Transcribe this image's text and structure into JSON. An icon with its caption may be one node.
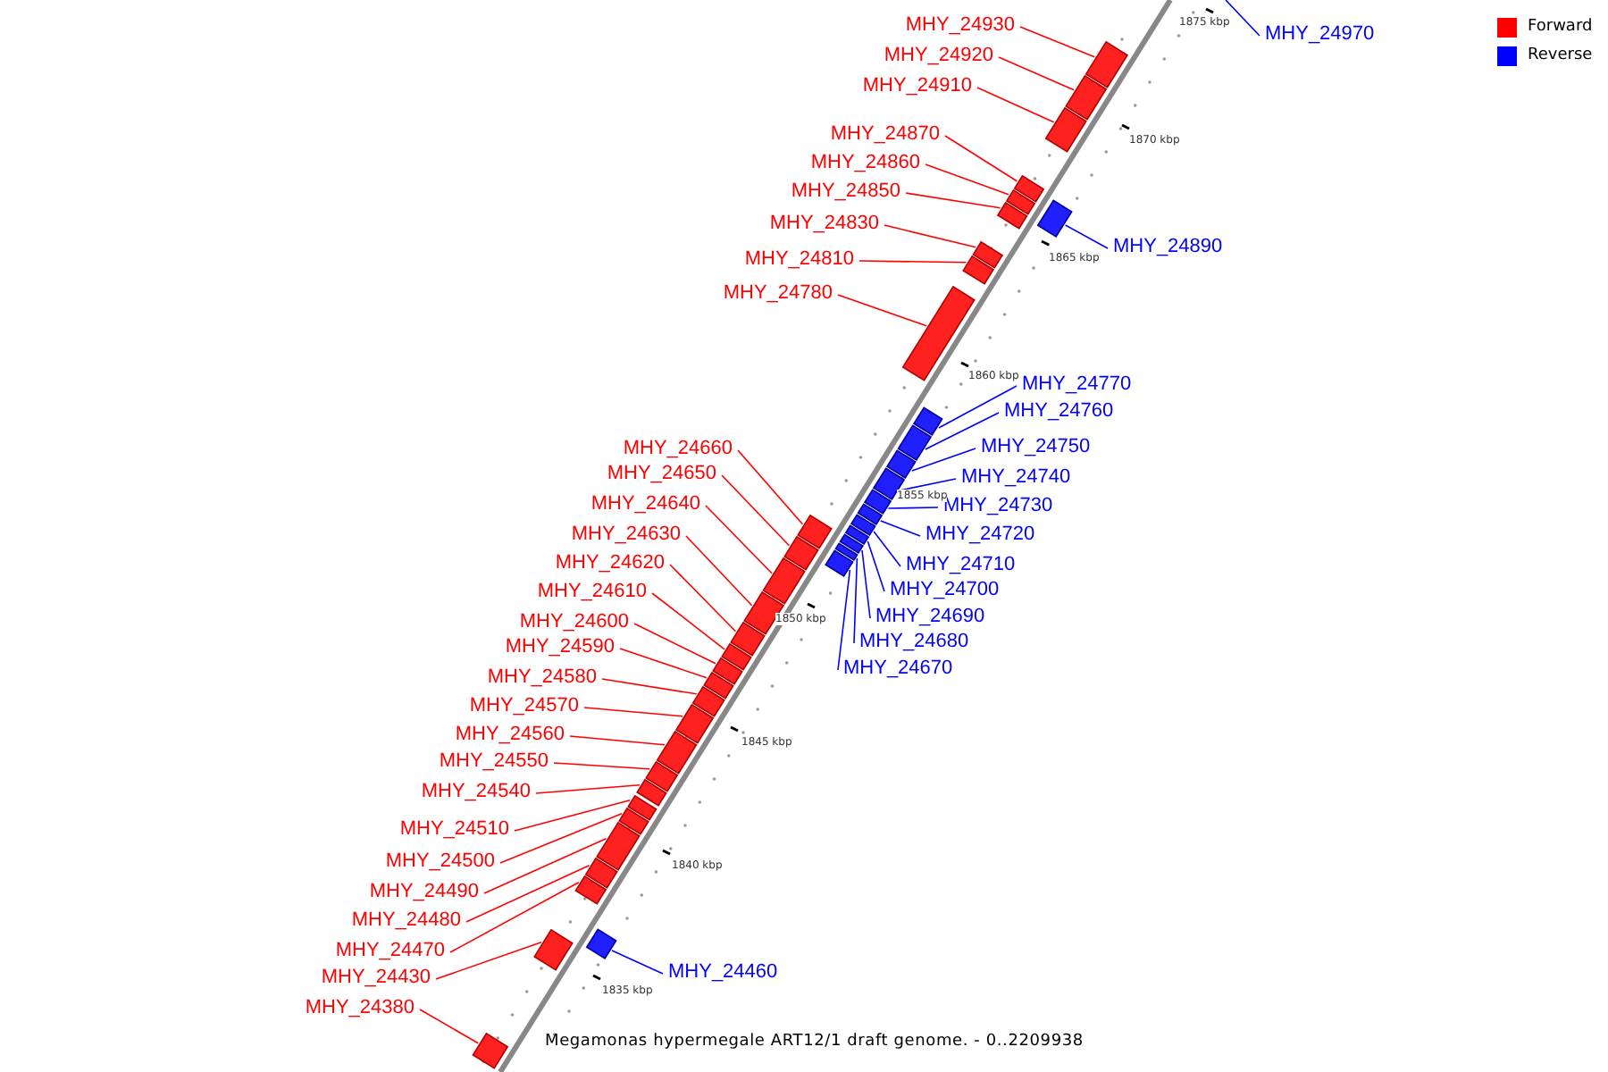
{
  "diagram": {
    "caption": "Megamonas hypermegale ART12/1 draft genome. - 0..2209938",
    "nodes": [
      {
        "text": [
          "MHY_24970"
        ]
      },
      {
        "text": [
          "MHY_24930"
        ]
      },
      {
        "text": [
          "MHY_24920"
        ]
      },
      {
        "text": [
          "MHY_24910"
        ]
      },
      {
        "text": [
          "MHY_24870"
        ]
      },
      {
        "text": [
          "MHY_24860"
        ]
      },
      {
        "text": [
          "MHY_24850"
        ]
      },
      {
        "text": [
          "MHY_24830"
        ]
      },
      {
        "text": [
          "MHY_24810"
        ]
      },
      {
        "text": [
          "MHY_24780"
        ]
      },
      {
        "text": [
          "MHY_24890"
        ]
      },
      {
        "text": [
          "MHY_24770"
        ]
      },
      {
        "text": [
          "MHY_24760"
        ]
      },
      {
        "text": [
          "MHY_24750"
        ]
      },
      {
        "text": [
          "MHY_24740"
        ]
      },
      {
        "text": [
          "MHY_24730"
        ]
      },
      {
        "text": [
          "MHY_24720"
        ]
      },
      {
        "text": [
          "MHY_24710"
        ]
      },
      {
        "text": [
          "MHY_24700"
        ]
      },
      {
        "text": [
          "MHY_24690"
        ]
      },
      {
        "text": [
          "MHY_24680"
        ]
      },
      {
        "text": [
          "MHY_24670"
        ]
      },
      {
        "text": [
          "MHY_24660"
        ]
      },
      {
        "text": [
          "MHY_24650"
        ]
      },
      {
        "text": [
          "MHY_24640"
        ]
      },
      {
        "text": [
          "MHY_24630"
        ]
      },
      {
        "text": [
          "MHY_24620"
        ]
      },
      {
        "text": [
          "MHY_24610"
        ]
      },
      {
        "text": [
          "MHY_24600"
        ]
      },
      {
        "text": [
          "MHY_24590"
        ]
      },
      {
        "text": [
          "MHY_24580"
        ]
      },
      {
        "text": [
          "MHY_24570"
        ]
      },
      {
        "text": [
          "MHY_24560"
        ]
      },
      {
        "text": [
          "MHY_24550"
        ]
      },
      {
        "text": [
          "MHY_24540"
        ]
      },
      {
        "text": [
          "MHY_24510"
        ]
      },
      {
        "text": [
          "MHY_24500"
        ]
      },
      {
        "text": [
          "MHY_24490"
        ]
      },
      {
        "text": [
          "MHY_24480"
        ]
      },
      {
        "text": [
          "MHY_24470"
        ]
      },
      {
        "text": [
          "MHY_24430"
        ]
      },
      {
        "text": [
          "MHY_24460"
        ]
      },
      {
        "text": [
          "MHY_24380"
        ]
      },
      {
        "text": [],
        "shape": "box"
      },
      {
        "text": [],
        "shape": "box"
      },
      {
        "text": [],
        "shape": "box"
      },
      {
        "text": [],
        "shape": "box"
      },
      {
        "text": [],
        "shape": "box"
      },
      {
        "text": [],
        "shape": "box"
      },
      {
        "text": [],
        "shape": "box"
      },
      {
        "text": [],
        "shape": "box"
      },
      {
        "text": [],
        "shape": "box"
      },
      {
        "text": [],
        "shape": "box"
      },
      {
        "text": [],
        "shape": "box"
      },
      {
        "text": [],
        "shape": "box"
      },
      {
        "text": [],
        "shape": "box"
      },
      {
        "text": [],
        "shape": "box"
      },
      {
        "text": [],
        "shape": "box"
      },
      {
        "text": [],
        "shape": "box"
      },
      {
        "text": [],
        "shape": "box"
      },
      {
        "text": [],
        "shape": "box"
      },
      {
        "text": [],
        "shape": "box"
      },
      {
        "text": [],
        "shape": "box"
      },
      {
        "text": [],
        "shape": "box"
      },
      {
        "text": [],
        "shape": "box"
      },
      {
        "text": [],
        "shape": "box"
      },
      {
        "text": [],
        "shape": "box"
      },
      {
        "text": [],
        "shape": "box"
      },
      {
        "text": [],
        "shape": "box"
      },
      {
        "text": [],
        "shape": "box"
      },
      {
        "text": [],
        "shape": "box"
      },
      {
        "text": [],
        "shape": "box"
      },
      {
        "text": [],
        "shape": "box"
      },
      {
        "text": [],
        "shape": "box"
      },
      {
        "text": [],
        "shape": "box"
      },
      {
        "text": [],
        "shape": "box"
      },
      {
        "text": [],
        "shape": "box"
      },
      {
        "text": [],
        "shape": "box"
      },
      {
        "text": [],
        "shape": "box"
      },
      {
        "text": [],
        "shape": "box"
      },
      {
        "text": [],
        "shape": "box"
      },
      {
        "text": [],
        "shape": "box"
      },
      {
        "text": [],
        "shape": "box"
      },
      {
        "text": [],
        "shape": "box"
      },
      {
        "text": [],
        "shape": "box"
      }
    ],
    "edges": [
      {
        "from": 0,
        "to": null,
        "arrow": "none",
        "color": "#0000ff"
      },
      {
        "from": 1,
        "to": 43,
        "arrow": "none"
      },
      {
        "from": 2,
        "to": 44,
        "arrow": "none"
      },
      {
        "from": 3,
        "to": 45,
        "arrow": "none"
      },
      {
        "from": 4,
        "to": 46,
        "arrow": "none"
      },
      {
        "from": 5,
        "to": 47,
        "arrow": "none"
      },
      {
        "from": 6,
        "to": 48,
        "arrow": "none"
      },
      {
        "from": 7,
        "to": 49,
        "arrow": "none"
      },
      {
        "from": 8,
        "to": 50,
        "arrow": "none"
      },
      {
        "from": 9,
        "to": 51,
        "arrow": "none"
      },
      {
        "from": 10,
        "to": 52,
        "arrow": "none",
        "color": "#0000ff"
      },
      {
        "from": 11,
        "to": 53,
        "arrow": "none",
        "color": "#0000ff"
      },
      {
        "from": 12,
        "to": 54,
        "arrow": "none",
        "color": "#0000ff"
      },
      {
        "from": 13,
        "to": 55,
        "arrow": "none",
        "color": "#0000ff"
      },
      {
        "from": 14,
        "to": 56,
        "arrow": "none",
        "color": "#0000ff"
      },
      {
        "from": 15,
        "to": 57,
        "arrow": "none",
        "color": "#0000ff"
      },
      {
        "from": 16,
        "to": 58,
        "arrow": "none",
        "color": "#0000ff"
      },
      {
        "from": 17,
        "to": 59,
        "arrow": "none",
        "color": "#0000ff"
      },
      {
        "from": 18,
        "to": 60,
        "arrow": "none",
        "color": "#0000ff"
      },
      {
        "from": 19,
        "to": 61,
        "arrow": "none",
        "color": "#0000ff"
      },
      {
        "from": 20,
        "to": 62,
        "arrow": "none",
        "color": "#0000ff"
      },
      {
        "from": 21,
        "to": 63,
        "arrow": "none",
        "color": "#0000ff"
      },
      {
        "from": 22,
        "to": 64,
        "arrow": "none"
      },
      {
        "from": 23,
        "to": 65,
        "arrow": "none"
      },
      {
        "from": 24,
        "to": 66,
        "arrow": "none"
      },
      {
        "from": 25,
        "to": 67,
        "arrow": "none"
      },
      {
        "from": 26,
        "to": 68,
        "arrow": "none"
      },
      {
        "from": 27,
        "to": 69,
        "arrow": "none"
      },
      {
        "from": 28,
        "to": 70,
        "arrow": "none"
      },
      {
        "from": 29,
        "to": 71,
        "arrow": "none"
      },
      {
        "from": 30,
        "to": 72,
        "arrow": "none"
      },
      {
        "from": 31,
        "to": 73,
        "arrow": "none"
      },
      {
        "from": 32,
        "to": 74,
        "arrow": "none"
      },
      {
        "from": 33,
        "to": 75,
        "arrow": "none"
      },
      {
        "from": 34,
        "to": 76,
        "arrow": "none"
      },
      {
        "from": 35,
        "to": 77,
        "arrow": "none"
      },
      {
        "from": 36,
        "to": 78,
        "arrow": "none"
      },
      {
        "from": 37,
        "to": 79,
        "arrow": "none"
      },
      {
        "from": 38,
        "to": 80,
        "arrow": "none"
      },
      {
        "from": 39,
        "to": 81,
        "arrow": "none"
      },
      {
        "from": 40,
        "to": 82,
        "arrow": "none"
      },
      {
        "from": 41,
        "to": 83,
        "arrow": "none",
        "color": "#0000ff"
      },
      {
        "from": 42,
        "to": 84,
        "arrow": "none"
      }
    ],
    "labels": [
      "1875 kbp",
      "1870 kbp",
      "1865 kbp",
      "1860 kbp",
      "1855 kbp",
      "1850 kbp",
      "1845 kbp",
      "1840 kbp",
      "1835 kbp"
    ],
    "legend": [
      {
        "text": "Forward",
        "color": "#ff0000"
      },
      {
        "text": "Reverse",
        "color": "#0000ff"
      }
    ]
  }
}
